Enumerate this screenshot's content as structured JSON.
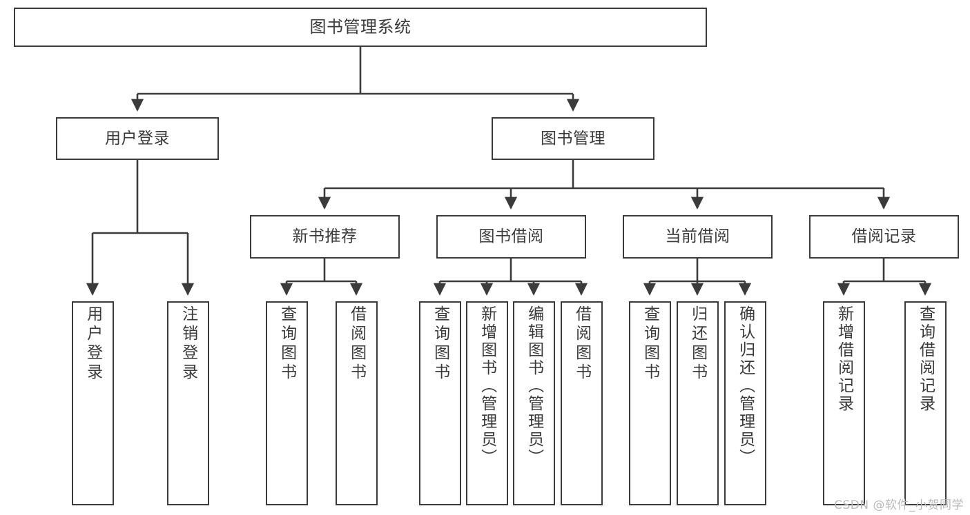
{
  "diagram": {
    "title": "图书管理系统",
    "watermark": "CSDN @软件_小贺同学",
    "root": {
      "label": "图书管理系统"
    },
    "level2": [
      {
        "label": "用户登录"
      },
      {
        "label": "图书管理"
      }
    ],
    "level3": [
      {
        "label": "新书推荐"
      },
      {
        "label": "图书借阅"
      },
      {
        "label": "当前借阅"
      },
      {
        "label": "借阅记录"
      }
    ],
    "leaves": [
      {
        "label": "用户登录",
        "parent": "用户登录"
      },
      {
        "label": "注销登录",
        "parent": "用户登录"
      },
      {
        "label": "查询图书",
        "parent": "新书推荐"
      },
      {
        "label": "借阅图书",
        "parent": "新书推荐"
      },
      {
        "label": "查询图书",
        "parent": "图书借阅"
      },
      {
        "label": "新增图书（管理员）",
        "parent": "图书借阅"
      },
      {
        "label": "编辑图书（管理员）",
        "parent": "图书借阅"
      },
      {
        "label": "借阅图书",
        "parent": "图书借阅"
      },
      {
        "label": "查询图书",
        "parent": "当前借阅"
      },
      {
        "label": "归还图书",
        "parent": "当前借阅"
      },
      {
        "label": "确认归还（管理员）",
        "parent": "当前借阅"
      },
      {
        "label": "新增借阅记录",
        "parent": "借阅记录"
      },
      {
        "label": "查询借阅记录",
        "parent": "借阅记录"
      }
    ],
    "colors": {
      "border": "#3b3b3b",
      "text": "#3a3a3a",
      "background": "#ffffff",
      "watermark": "#b9b9b9"
    }
  }
}
